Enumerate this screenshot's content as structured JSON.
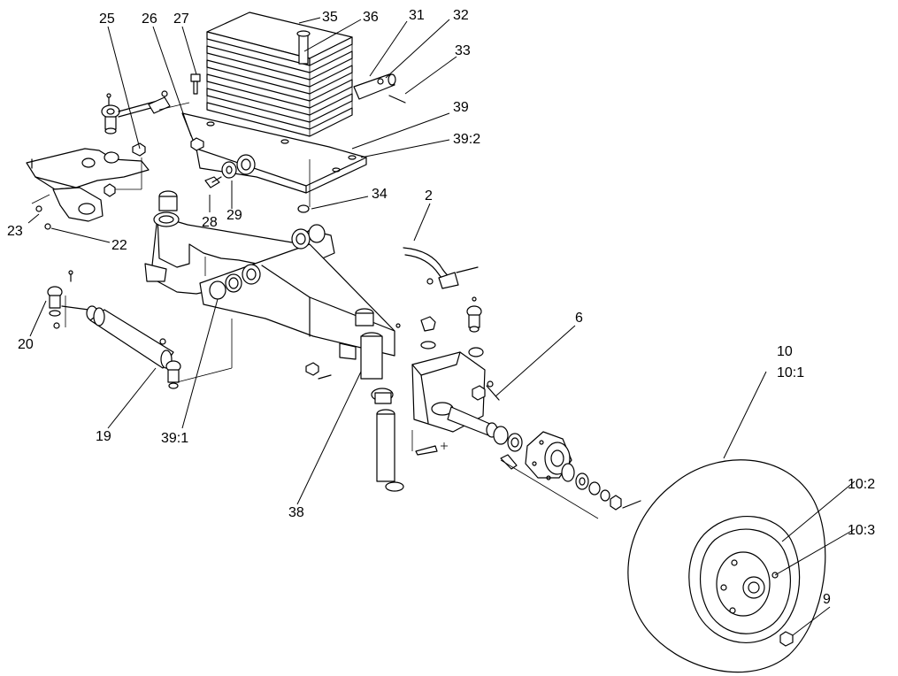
{
  "callouts": [
    {
      "id": "c35",
      "label": "35"
    },
    {
      "id": "c36",
      "label": "36"
    },
    {
      "id": "c31",
      "label": "31"
    },
    {
      "id": "c32",
      "label": "32"
    },
    {
      "id": "c33",
      "label": "33"
    },
    {
      "id": "c25",
      "label": "25"
    },
    {
      "id": "c26",
      "label": "26"
    },
    {
      "id": "c27",
      "label": "27"
    },
    {
      "id": "c39",
      "label": "39"
    },
    {
      "id": "c39_2",
      "label": "39:2"
    },
    {
      "id": "c34",
      "label": "34"
    },
    {
      "id": "c2",
      "label": "2"
    },
    {
      "id": "c28",
      "label": "28"
    },
    {
      "id": "c29",
      "label": "29"
    },
    {
      "id": "c23",
      "label": "23"
    },
    {
      "id": "c22",
      "label": "22"
    },
    {
      "id": "c20",
      "label": "20"
    },
    {
      "id": "c19",
      "label": "19"
    },
    {
      "id": "c39_1",
      "label": "39:1"
    },
    {
      "id": "c38",
      "label": "38"
    },
    {
      "id": "c6",
      "label": "6"
    },
    {
      "id": "c10",
      "label": "10"
    },
    {
      "id": "c10_1",
      "label": "10:1"
    },
    {
      "id": "c10_2",
      "label": "10:2"
    },
    {
      "id": "c10_3",
      "label": "10:3"
    },
    {
      "id": "c9",
      "label": "9"
    }
  ]
}
